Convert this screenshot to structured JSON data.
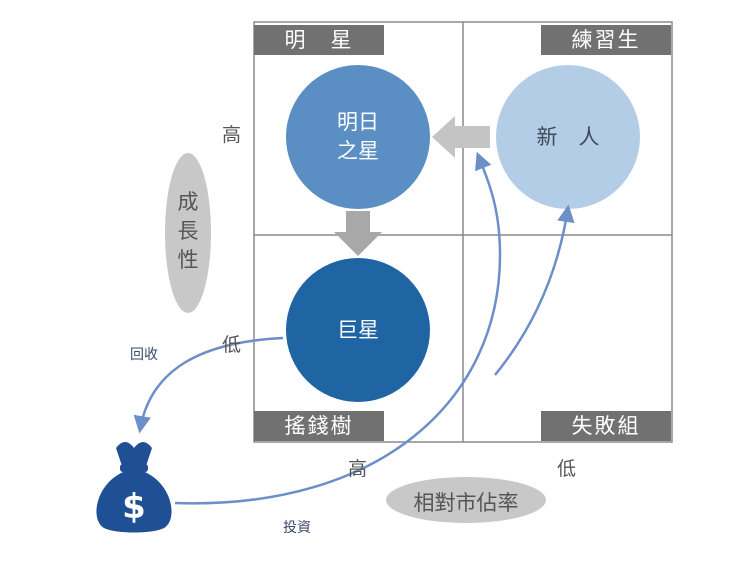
{
  "quadrants": {
    "star": "明　星",
    "trainee": "練習生",
    "cash_cow": "搖錢樹",
    "failure": "失敗組"
  },
  "circles": {
    "future_star": [
      "明日",
      "之星"
    ],
    "superstar": "巨星",
    "newcomer": "新　人"
  },
  "axes": {
    "y_axis_title": [
      "成",
      "長",
      "性"
    ],
    "y_high": "高",
    "y_low": "低",
    "x_axis_title": "相對市佔率",
    "x_high": "高",
    "x_low": "低"
  },
  "flows": {
    "return_label": "回收",
    "invest_label": "投資"
  },
  "icons": {
    "money_bag": "money-bag-icon"
  },
  "colors": {
    "grid_line": "#8a8a8a",
    "label_bg": "#717171",
    "future_star": "#5b8fc4",
    "superstar": "#1f64a3",
    "newcomer": "#b4cde6",
    "bag": "#1f4f95",
    "arrow": "#6d8fc9",
    "ellipse": "#c8c8c8"
  }
}
